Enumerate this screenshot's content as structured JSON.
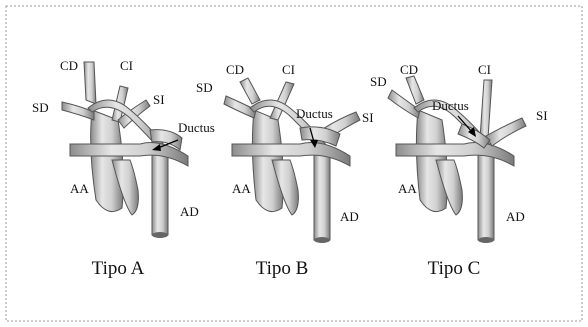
{
  "panels": [
    {
      "title": "Tipo A",
      "labels": {
        "cd": "CD",
        "ci": "CI",
        "sd": "SD",
        "si": "SI",
        "ductus": "Ductus",
        "aa": "AA",
        "ad": "AD"
      }
    },
    {
      "title": "Tipo B",
      "labels": {
        "cd": "CD",
        "ci": "CI",
        "sd": "SD",
        "si": "SI",
        "ductus": "Ductus",
        "aa": "AA",
        "ad": "AD"
      }
    },
    {
      "title": "Tipo C",
      "labels": {
        "cd": "CD",
        "ci": "CI",
        "sd": "SD",
        "si": "SI",
        "ductus": "Ductus",
        "aa": "AA",
        "ad": "AD"
      }
    }
  ],
  "colors": {
    "border": "#9a9a9a",
    "vessel": "#d8d8d8",
    "vessel_stroke": "#6a6a6a",
    "text": "#111111"
  }
}
